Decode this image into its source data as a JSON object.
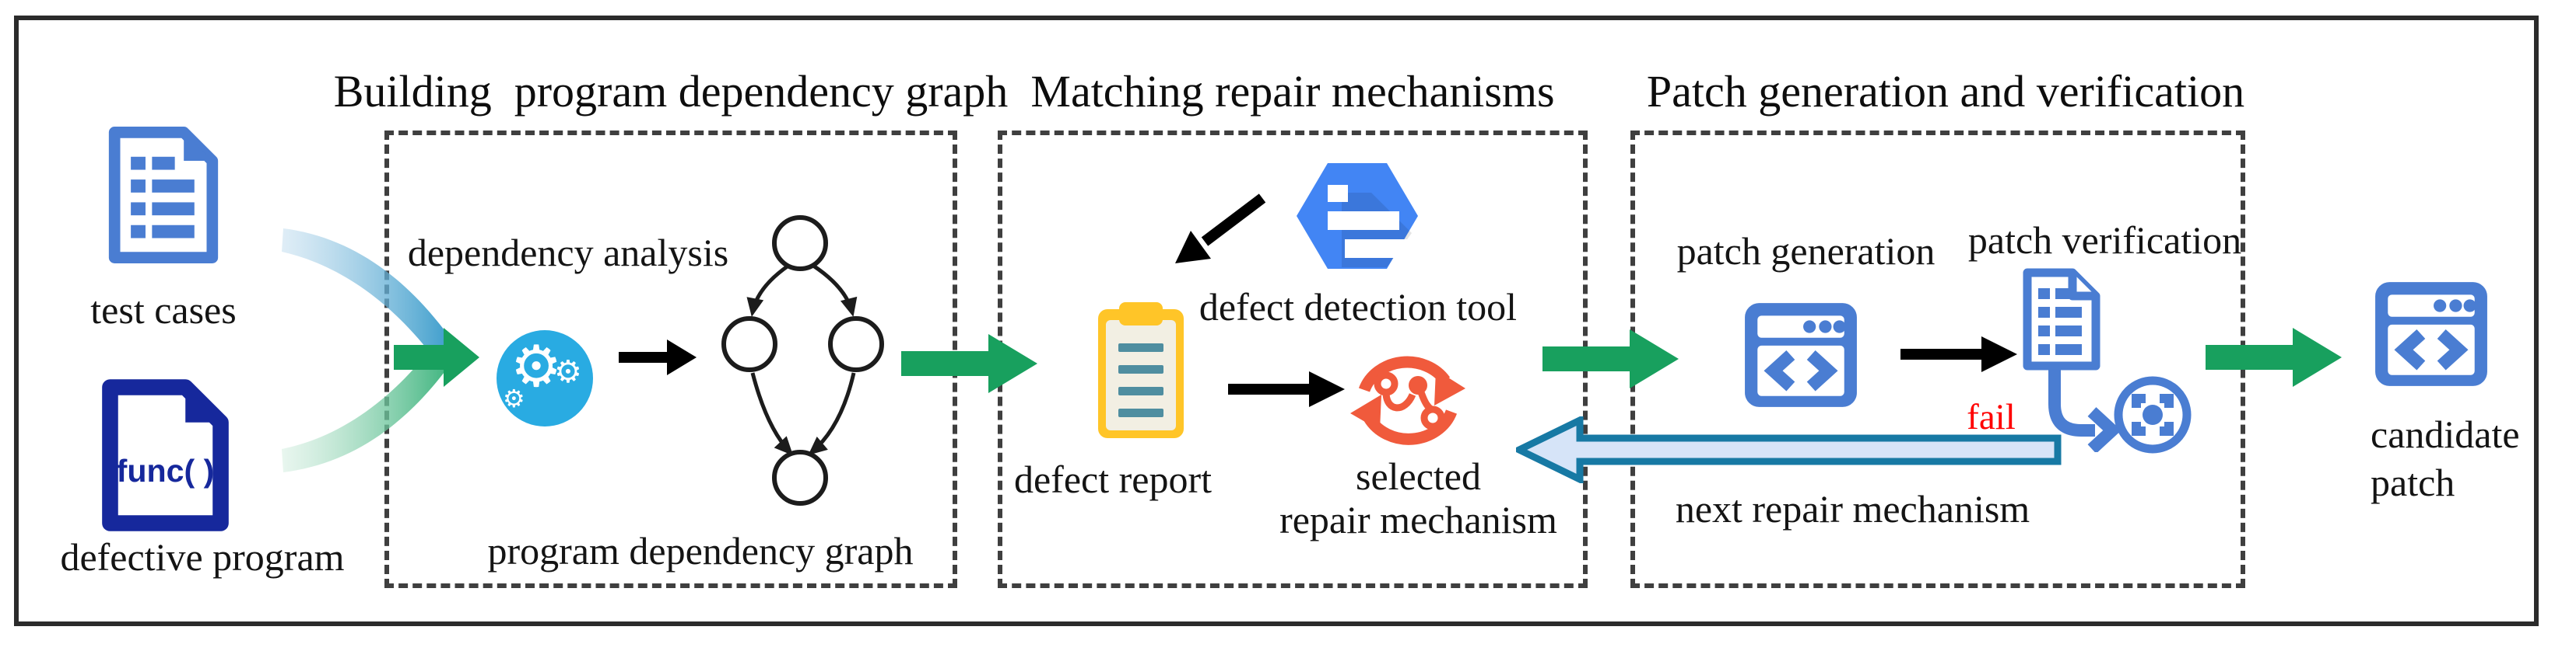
{
  "inputs": {
    "test_cases_label": "test cases",
    "defective_program_label": "defective program",
    "func_text": "func( )"
  },
  "building": {
    "title": "Building  program dependency graph",
    "dependency_analysis_label": "dependency analysis",
    "pdg_label": "program dependency graph"
  },
  "matching": {
    "title": "Matching repair mechanisms",
    "defect_detection_tool_label": "defect detection tool",
    "defect_report_label": "defect report",
    "selected_repair_line1": "selected",
    "selected_repair_line2": "repair mechanism"
  },
  "patching": {
    "title": "Patch generation and verification",
    "patch_generation_label": "patch generation",
    "patch_verification_label": "patch verification",
    "fail_label": "fail",
    "next_repair_label": "next repair mechanism"
  },
  "output": {
    "candidate_line1": "candidate",
    "candidate_line2": "patch"
  },
  "colors": {
    "doc_blue": "#4a7dd2",
    "navy": "#16289c",
    "green_arrow": "#18a05e",
    "gear_blue": "#29abe2",
    "hexagon_blue": "#4285f4",
    "clipboard_gold": "#ffc528",
    "clipboard_fill": "#f2efe3",
    "clipboard_lines": "#4f8ea0",
    "refresh_red": "#f05a3c",
    "teal_arrow_border": "#1779a4",
    "teal_arrow_fill": "#d6e4f8",
    "fail_red": "#ff0000",
    "edge_black": "#1c1c1c"
  }
}
